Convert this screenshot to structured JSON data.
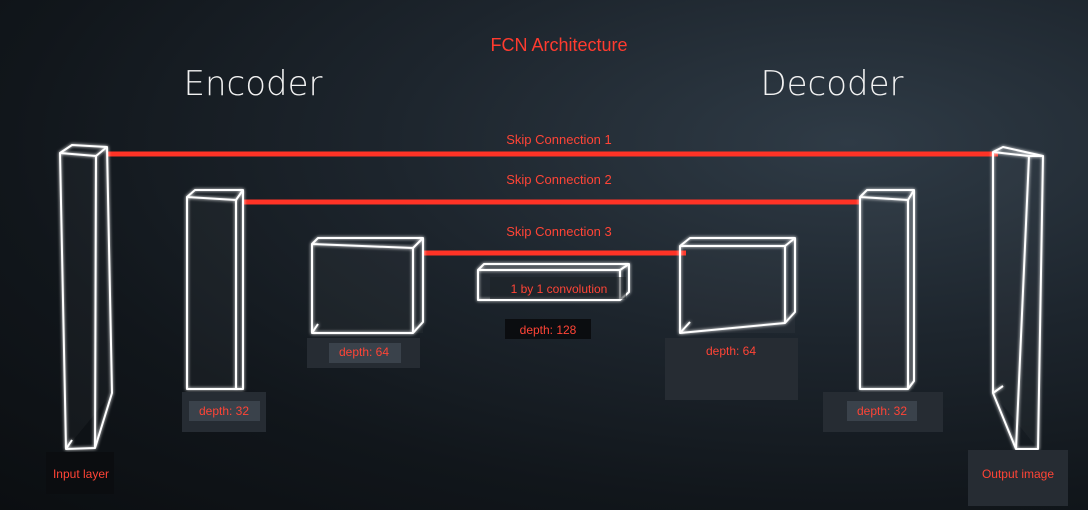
{
  "title": "FCN Architecture",
  "encoder_label": "Encoder",
  "decoder_label": "Decoder",
  "skip_connections": [
    {
      "label": "Skip Connection 1"
    },
    {
      "label": "Skip Connection 2"
    },
    {
      "label": "Skip Connection 3"
    }
  ],
  "layers": {
    "input": {
      "label": "Input layer"
    },
    "enc1": {
      "label": "depth: 32"
    },
    "enc2": {
      "label": "depth: 64"
    },
    "conv1x1": {
      "label": "1 by 1 convolution",
      "depth_label": "depth: 128"
    },
    "dec1": {
      "label": "depth: 64"
    },
    "dec2": {
      "label": "depth: 32"
    },
    "output": {
      "label": "Output image"
    }
  },
  "colors": {
    "accent": "#ff3b2f",
    "box_outline": "#ffffff",
    "background": "#1d252d"
  }
}
